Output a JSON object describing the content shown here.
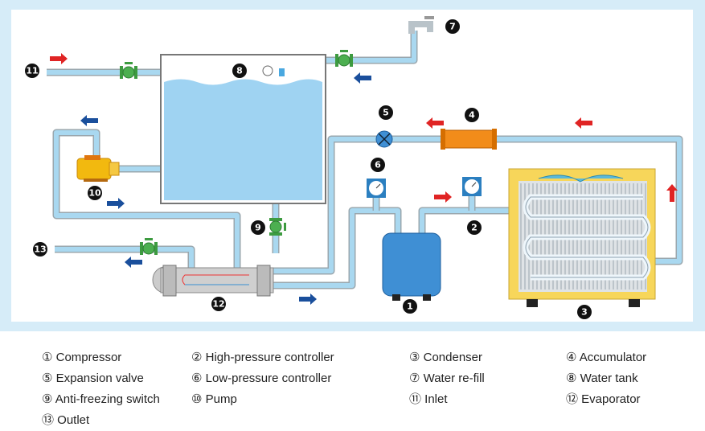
{
  "markers": [
    "1",
    "2",
    "3",
    "4",
    "5",
    "6",
    "7",
    "8",
    "9",
    "10",
    "11",
    "12",
    "13"
  ],
  "legend": [
    "① Compressor",
    "② High-pressure controller",
    "③ Condenser",
    "④ Accumulator",
    "⑤ Expansion valve",
    "⑥ Low-pressure controller",
    "⑦ Water re-fill",
    "⑧ Water tank",
    "⑨ Anti-freezing switch",
    "⑩ Pump",
    "⑪ Inlet",
    "⑫ Evaporator",
    "⑬ Outlet"
  ],
  "colors": {
    "frame": "#d6ecf8",
    "pipe": "#a9d8f0",
    "water": "#9fd3f2",
    "valve": "#4caf50",
    "hot_arrow": "#e02424",
    "cold_arrow": "#1a4f9c",
    "pump": "#f2b90f",
    "accumulator": "#f28c1a",
    "condenser_frame": "#f7d65a",
    "compressor": "#3f8fd4"
  }
}
